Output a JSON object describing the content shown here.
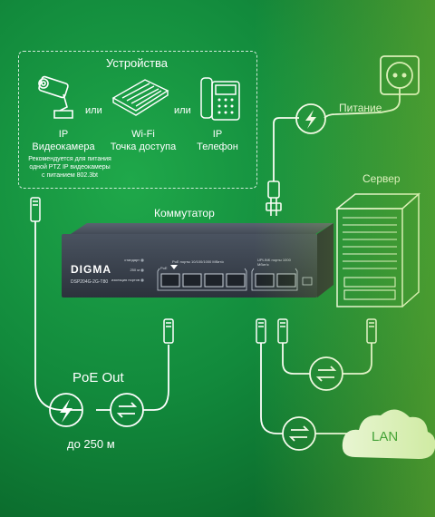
{
  "devices": {
    "title": "Устройства",
    "or_1": "или",
    "or_2": "или",
    "camera": {
      "line1": "IP",
      "line2": "Видеокамера",
      "note1": "Рекомендуется для питания",
      "note2": "одной PTZ IP видеокамеры",
      "note3": "с питанием 802.3bt"
    },
    "ap": {
      "line1": "Wi-Fi",
      "line2": "Точка доступа"
    },
    "phone": {
      "line1": "IP",
      "line2": "Телефон"
    }
  },
  "power_label": "Питание",
  "server_label": "Сервер",
  "switch": {
    "title": "Коммутатор",
    "brand": "DIGMA",
    "model": "DSP204G-2G-T80",
    "leds": [
      "стандарт",
      "250 м",
      "изоляция портов"
    ],
    "poe_label": "PoE порты 10/100/1000 Мбит/с",
    "uplink_label": "UPLINK порты 1000 Мбит/с",
    "poe_tag": "PoE"
  },
  "poe_out_label": "PoE Out",
  "distance_label": "до 250 м",
  "lan_label": "LAN",
  "colors": {
    "accent": "#ffffff",
    "cloud": "#ffffff",
    "lan_text": "#1e8c3a",
    "switch_body": "#3b4350"
  }
}
